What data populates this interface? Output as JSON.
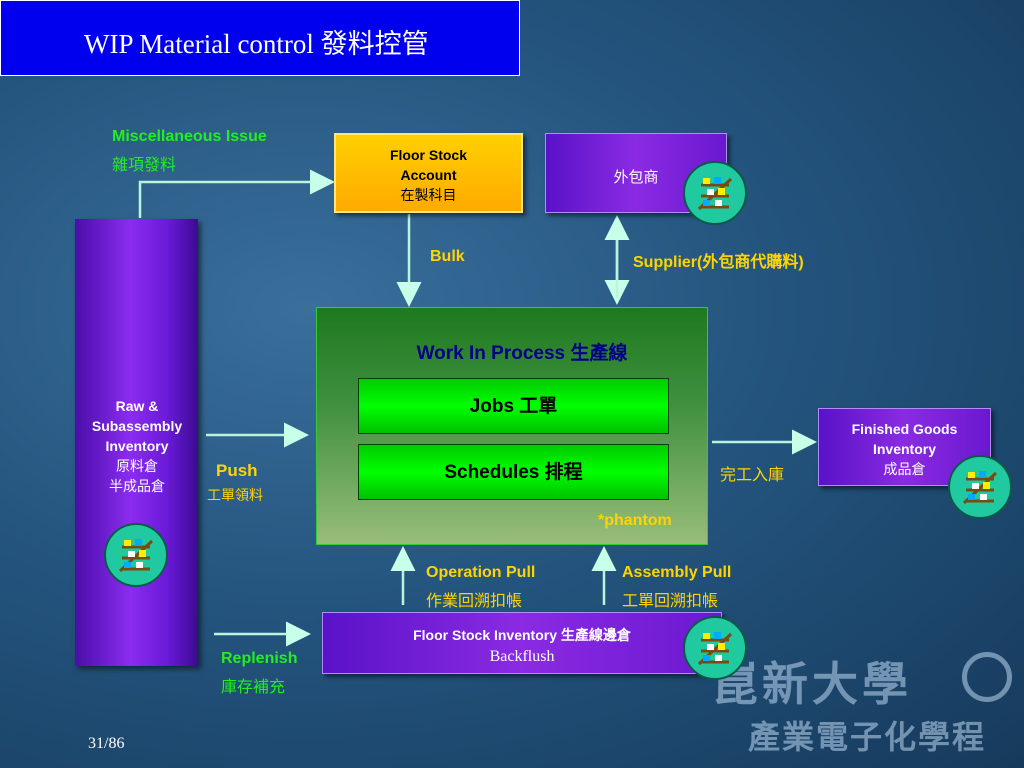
{
  "slide": {
    "title": "WIP Material control 發料控管",
    "page_number": "31/86"
  },
  "misc_issue": {
    "line1": "Miscellaneous Issue",
    "line2": "雜項發料"
  },
  "floor_stock_account": {
    "line1": "Floor Stock",
    "line2": "Account",
    "line3": "在製科目"
  },
  "subcontractor": {
    "label": "外包商"
  },
  "bulk": {
    "label": "Bulk"
  },
  "supplier": {
    "label": "Supplier(外包商代購料)"
  },
  "raw_inventory": {
    "line1": "Raw &",
    "line2": "Subassembly",
    "line3": "Inventory",
    "line4": "原料倉",
    "line5": "半成品倉"
  },
  "wip": {
    "title": "Work In Process 生產線",
    "jobs": "Jobs 工單",
    "schedules": "Schedules 排程",
    "phantom": "*phantom"
  },
  "push": {
    "line1": "Push",
    "line2": "工單領料"
  },
  "finished_goods": {
    "line1": "Finished Goods",
    "line2": "Inventory",
    "line3": "成品倉"
  },
  "complete_receipt": {
    "label": "完工入庫"
  },
  "operation_pull": {
    "line1": "Operation Pull",
    "line2": "作業回溯扣帳"
  },
  "assembly_pull": {
    "line1": "Assembly Pull",
    "line2": "工單回溯扣帳"
  },
  "floor_stock_inventory": {
    "line1": "Floor Stock Inventory 生產線邊倉",
    "line2": "Backflush"
  },
  "replenish": {
    "line1": "Replenish",
    "line2": "庫存補充"
  },
  "watermark": {
    "line1": "崑新大學",
    "line2": "產業電子化學程"
  },
  "icons": [
    "inventory-badge-icon"
  ],
  "colors": {
    "title_bg": "#0000ee",
    "accent_green": "#22ee22",
    "accent_yellow": "#ffd400",
    "box_purple": "#7a22e0",
    "box_yellow": "#ffbb00",
    "badge": "#20c9a0"
  }
}
